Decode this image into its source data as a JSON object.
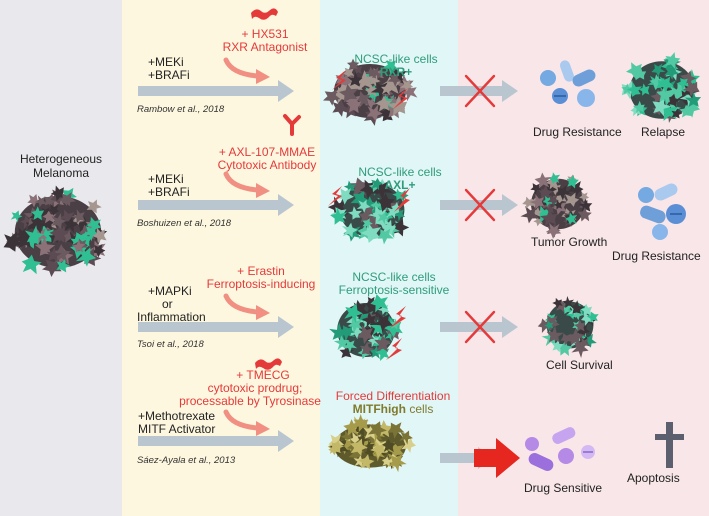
{
  "colors": {
    "panel_left": "#e9e8ec",
    "panel_treat": "#fdf7df",
    "panel_cells": "#e0f6f7",
    "panel_outcome": "#f8e6e8",
    "treatment_red": "#e53a3a",
    "teal_cells": "#2f9d7b",
    "olive_cells": "#7f7a2c",
    "arrow_grey": "#b9c6d0"
  },
  "left": {
    "title_line1": "Heterogeneous",
    "title_line2": "Melanoma"
  },
  "rows": [
    {
      "treatment_line1": "+ HX531",
      "treatment_line2": "RXR Antagonist",
      "treatment_icon": "rxr-antagonist-icon",
      "drug_line1": "+MEKi",
      "drug_line2": "+BRAFi",
      "drug_line3": "",
      "citation": "Rambow et al., 2018",
      "cell_line1": "NCSC-like cells",
      "cell_line2": "RXR+",
      "outcome_a": "Drug Resistance",
      "outcome_b": "Relapse"
    },
    {
      "treatment_line1": "+ AXL-107-MMAE",
      "treatment_line2": "Cytotoxic Antibody",
      "treatment_icon": "antibody-icon",
      "drug_line1": "+MEKi",
      "drug_line2": "+BRAFi",
      "drug_line3": "",
      "citation": "Boshuizen et al., 2018",
      "cell_line1": "NCSC-like cells",
      "cell_line2": "AXL+",
      "outcome_a": "Tumor Growth",
      "outcome_b": "Drug Resistance"
    },
    {
      "treatment_line1": "+ Erastin",
      "treatment_line2": "Ferroptosis-inducing",
      "treatment_icon": "",
      "drug_line1": "+MAPKi",
      "drug_line2": "or",
      "drug_line3": "Inflammation",
      "citation": "Tsoi et al., 2018",
      "cell_line1": "NCSC-like cells",
      "cell_line2": "Ferroptosis-sensitive",
      "outcome_a": "Cell Survival",
      "outcome_b": ""
    },
    {
      "treatment_line1": "+ TMECG",
      "treatment_line2": "cytotoxic prodrug;",
      "treatment_line3": "processable by Tyrosinase",
      "treatment_icon": "prodrug-icon",
      "drug_line1": "+Methotrexate",
      "drug_line2": "MITF Activator",
      "drug_line3": "",
      "citation": "Sáez-Ayala et al., 2013",
      "cell_line1": "Forced Differentiation",
      "cell_line2a": "MITFhigh",
      "cell_line2b": " cells",
      "outcome_a": "Drug Sensitive",
      "outcome_b": "Apoptosis"
    }
  ]
}
